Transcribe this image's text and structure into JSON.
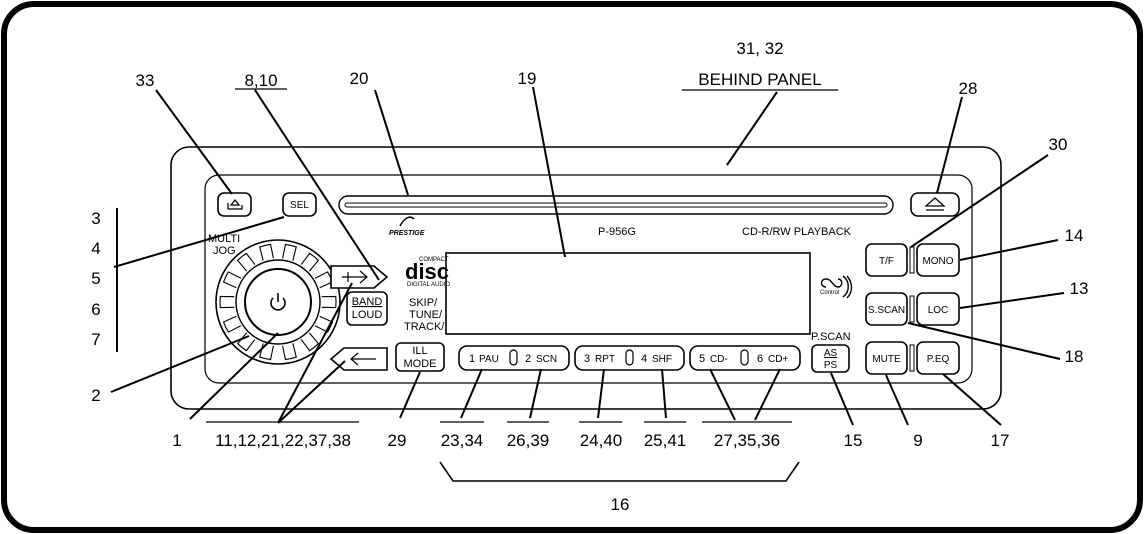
{
  "device": {
    "brand": "PRESTIGE",
    "model": "P-956G",
    "playback_text": "CD-R/RW PLAYBACK",
    "multi_jog_line1": "MULTI",
    "multi_jog_line2": "JOG",
    "disc_logo_sub_top": "COMPACT",
    "disc_logo_main": "disc",
    "disc_logo_sub_bottom": "DIGITAL AUDIO",
    "cd_control_text": "Control",
    "skip_line1": "SKIP/",
    "skip_line2": "TUNE/",
    "skip_line3": "TRACK/",
    "pscan": "P.SCAN"
  },
  "buttons": {
    "sel": "SEL",
    "band_top": "BAND",
    "band_bottom": "LOUD",
    "ill_top": "ILL",
    "ill_bottom": "MODE",
    "p1_num": "1",
    "p1_txt": "PAU",
    "p2_num": "2",
    "p2_txt": "SCN",
    "p3_num": "3",
    "p3_txt": "RPT",
    "p4_num": "4",
    "p4_txt": "SHF",
    "p5_num": "5",
    "p5_txt": "CD-",
    "p6_num": "6",
    "p6_txt": "CD+",
    "as_top": "AS",
    "as_bottom": "PS",
    "tf": "T/F",
    "mono": "MONO",
    "sscan": "S.SCAN",
    "loc": "LOC",
    "mute": "MUTE",
    "peq": "P.EQ"
  },
  "callouts": {
    "c33": "33",
    "c8_10": "8,10",
    "c20": "20",
    "c19": "19",
    "c31_32": "31, 32",
    "behind_panel": "BEHIND PANEL",
    "c28": "28",
    "c30": "30",
    "c14": "14",
    "c13": "13",
    "c18": "18",
    "c17": "17",
    "c9": "9",
    "c15": "15",
    "c27_35_36": "27,35,36",
    "c25_41": "25,41",
    "c24_40": "24,40",
    "c26_39": "26,39",
    "c23_34": "23,34",
    "c29": "29",
    "c11_38": "11,12,21,22,37,38",
    "c1": "1",
    "c2": "2",
    "c3": "3",
    "c4": "4",
    "c5": "5",
    "c6": "6",
    "c7": "7",
    "c16": "16"
  }
}
